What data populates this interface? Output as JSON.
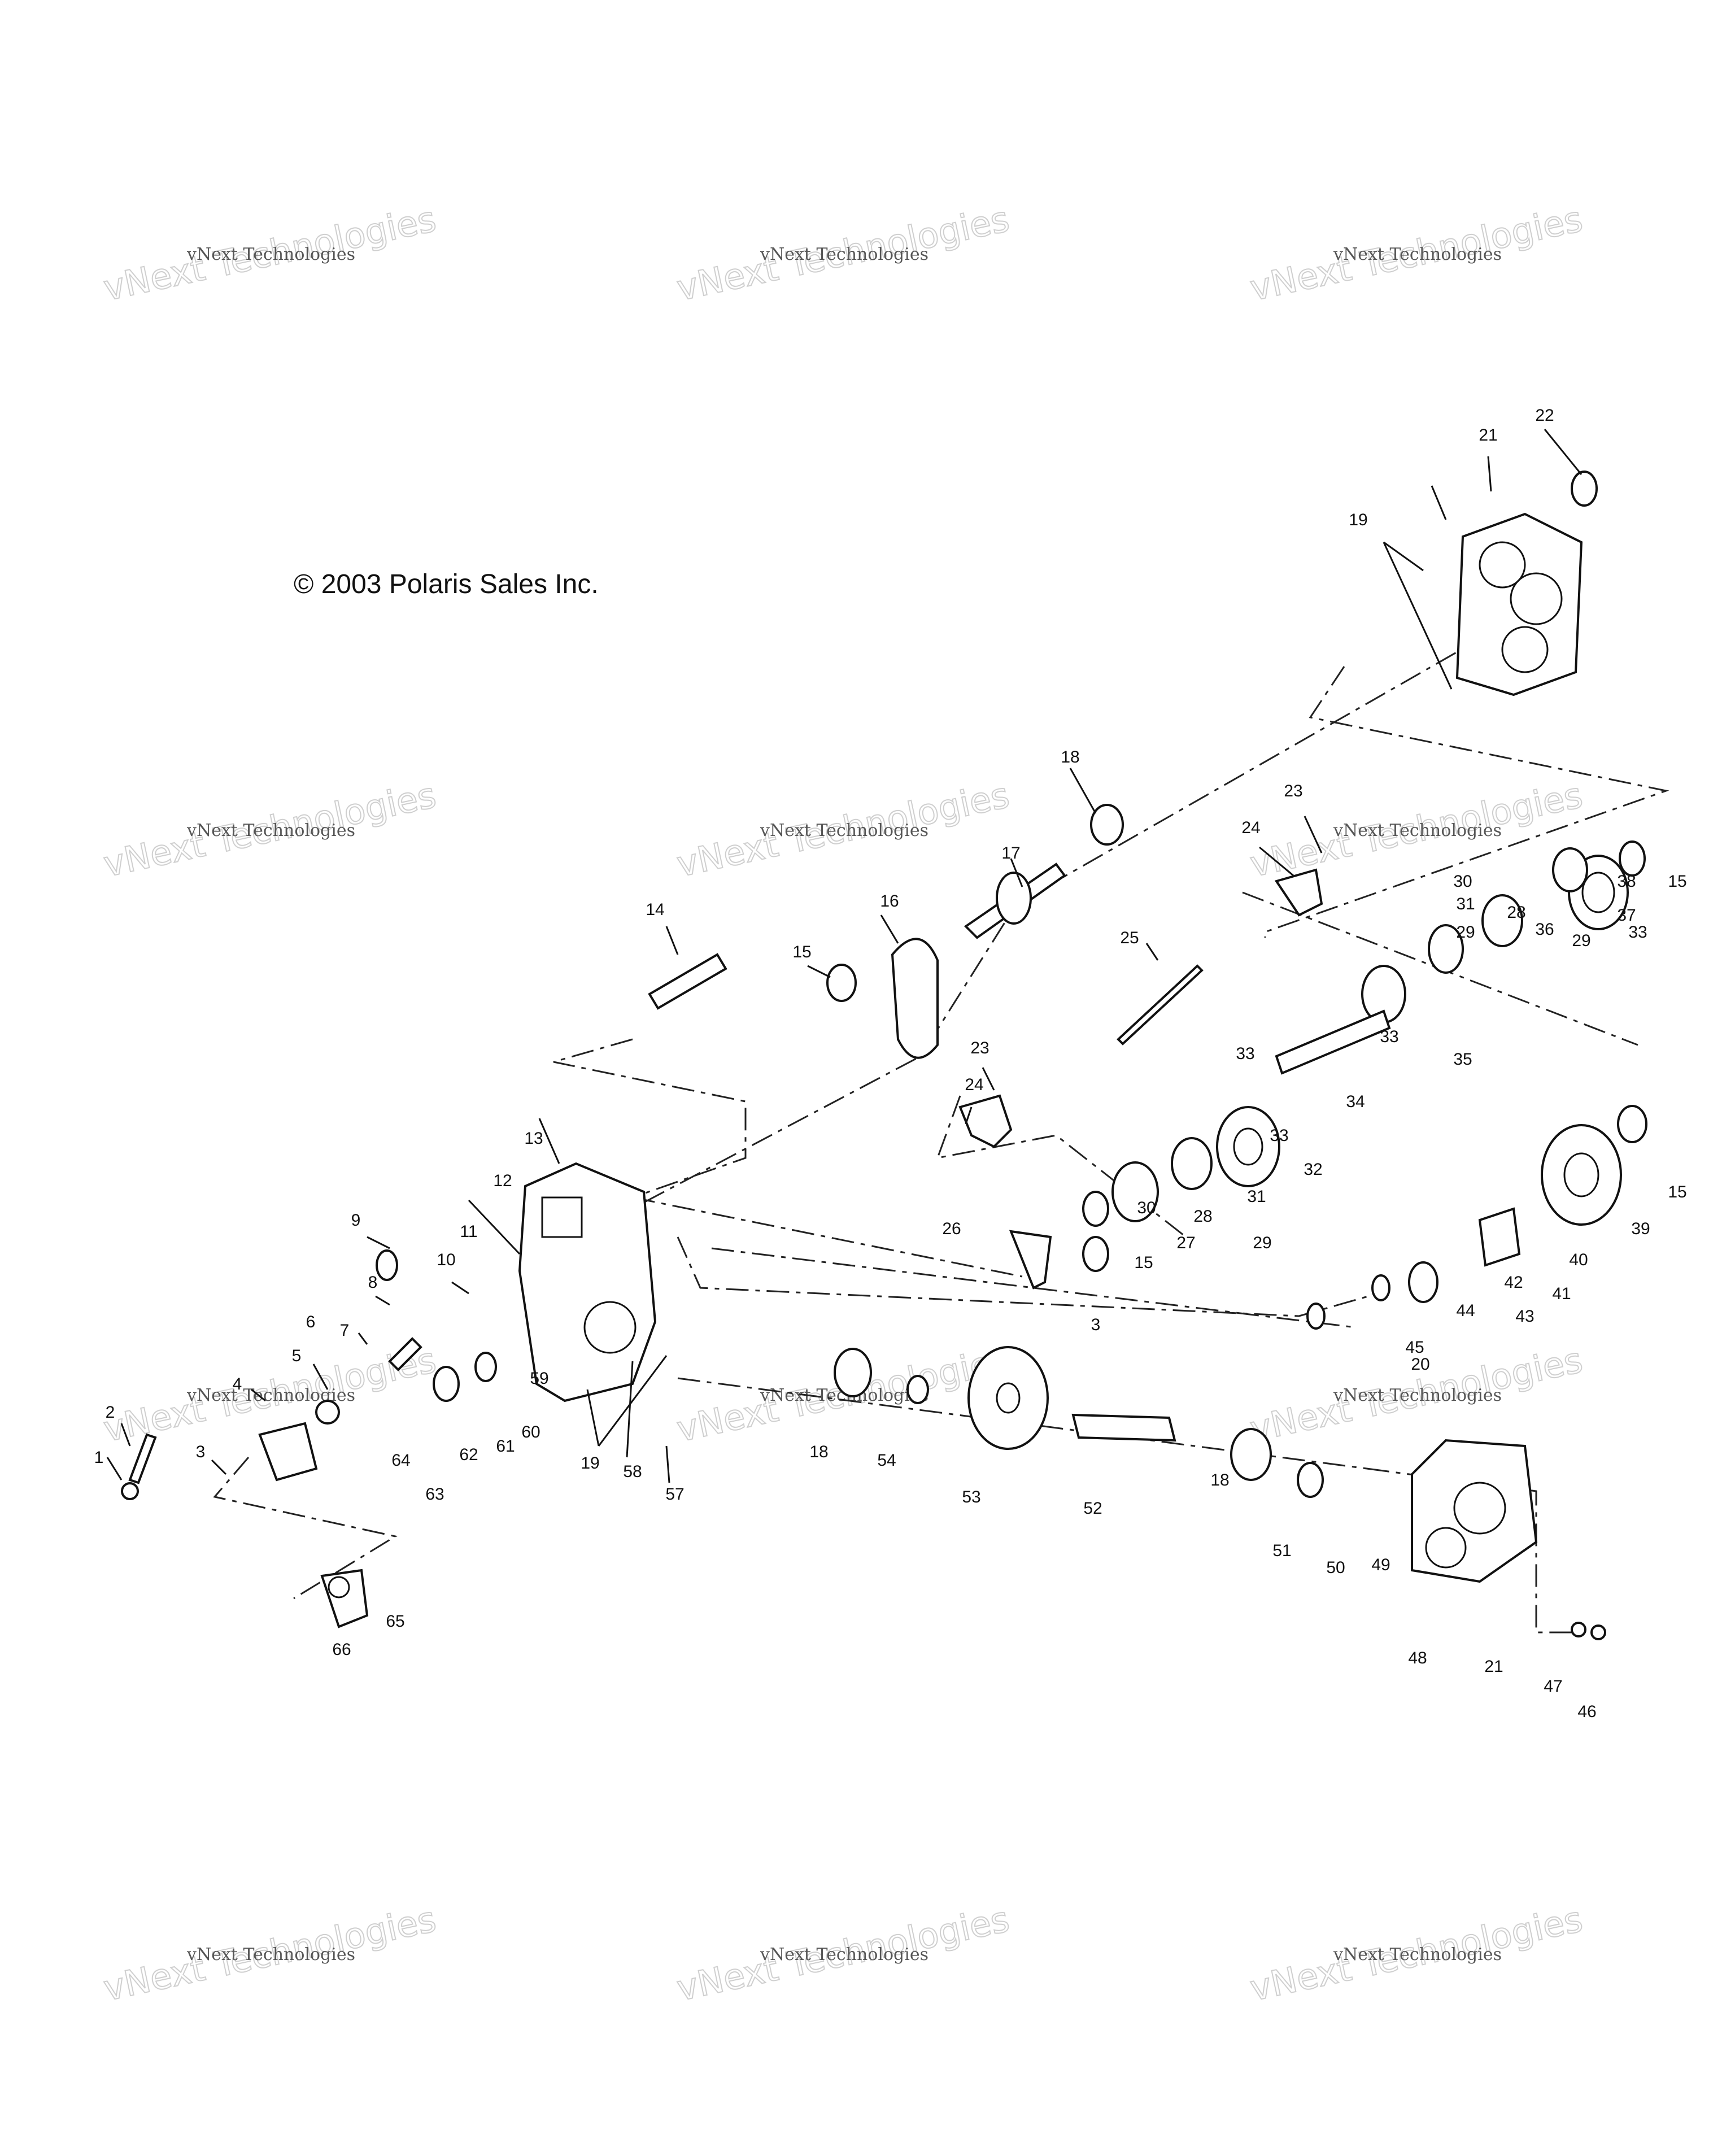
{
  "copyright": "© 2003 Polaris Sales Inc.",
  "watermark": {
    "line1": "vNext Technologies",
    "line2": "vNext Technologies"
  },
  "callouts": [
    "1",
    "2",
    "3",
    "4",
    "5",
    "6",
    "7",
    "8",
    "9",
    "10",
    "11",
    "12",
    "13",
    "14",
    "15",
    "15",
    "15",
    "15",
    "16",
    "17",
    "18",
    "18",
    "18",
    "19",
    "19",
    "20",
    "21",
    "21",
    "22",
    "23",
    "23",
    "24",
    "24",
    "25",
    "26",
    "27",
    "28",
    "28",
    "29",
    "29",
    "29",
    "30",
    "30",
    "31",
    "31",
    "32",
    "33",
    "33",
    "33",
    "33",
    "34",
    "35",
    "36",
    "37",
    "38",
    "39",
    "40",
    "41",
    "42",
    "43",
    "44",
    "45",
    "46",
    "47",
    "48",
    "49",
    "50",
    "51",
    "52",
    "53",
    "54",
    "57",
    "58",
    "59",
    "60",
    "61",
    "62",
    "63",
    "64",
    "65",
    "66",
    "3"
  ],
  "colors": {
    "ink": "#111111",
    "background": "#ffffff",
    "watermark": "#cfcfcf"
  }
}
